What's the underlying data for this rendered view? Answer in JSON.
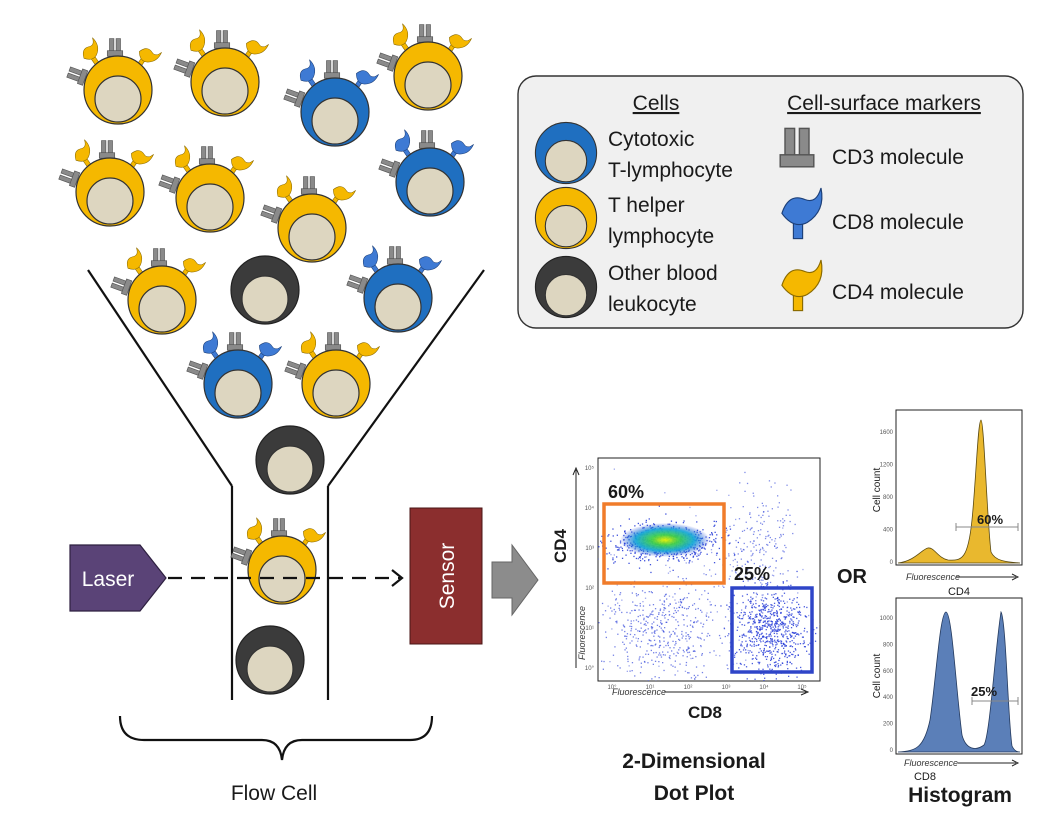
{
  "legend": {
    "cells_header": "Cells",
    "markers_header": "Cell-surface markers",
    "cells": [
      {
        "line1": "Cytotoxic",
        "line2": "T-lymphocyte"
      },
      {
        "line1": "T helper",
        "line2": "lymphocyte"
      },
      {
        "line1": "Other blood",
        "line2": "leukocyte"
      }
    ],
    "markers": [
      {
        "label": "CD3 molecule"
      },
      {
        "label": "CD8 molecule"
      },
      {
        "label": "CD4 molecule"
      }
    ]
  },
  "apparatus": {
    "laser": "Laser",
    "sensor": "Sensor",
    "flow_cell": "Flow Cell",
    "or": "OR"
  },
  "dot_plot": {
    "y_label": "CD4",
    "x_label": "CD8",
    "x_axis_title": "Fluorescence",
    "y_axis_title": "Fluorescence",
    "gate_cd4_pct": "60%",
    "gate_cd8_pct": "25%",
    "caption_line1": "2-Dimensional",
    "caption_line2": "Dot Plot",
    "x_ticks": [
      "10°",
      "10¹",
      "10²",
      "10³",
      "10⁴",
      "10⁵"
    ],
    "y_ticks": [
      "10⁵",
      "10⁴",
      "10³",
      "10²",
      "10¹",
      "10°"
    ]
  },
  "histograms": {
    "caption": "Histogram",
    "top": {
      "y_label": "Cell count",
      "x_axis_title": "Fluorescence",
      "x_label": "CD4",
      "pct": "60%",
      "y_ticks": [
        "1600",
        "1200",
        "800",
        "400",
        "0"
      ]
    },
    "bottom": {
      "y_label": "Cell count",
      "x_axis_title": "Fluorescence",
      "x_label": "CD8",
      "pct": "25%",
      "y_ticks": [
        "1000",
        "800",
        "600",
        "400",
        "200",
        "0"
      ]
    }
  },
  "colors": {
    "helper": "#f5b800",
    "cytotoxic": "#1f6fc0",
    "other": "#3b3b3b",
    "nucleus": "#ddd6c0",
    "cd3": "#8a8a8a",
    "cd8": "#3e7ad4",
    "cd4": "#f5b800",
    "laser": "#5a4377",
    "sensor": "#8b2e2e",
    "gate_cd4": "#f07c2a",
    "gate_cd8": "#2f45c8",
    "dots": "#2a3fd8",
    "hist_yellow": "#e9b82e",
    "hist_blue": "#5b7fb8"
  }
}
